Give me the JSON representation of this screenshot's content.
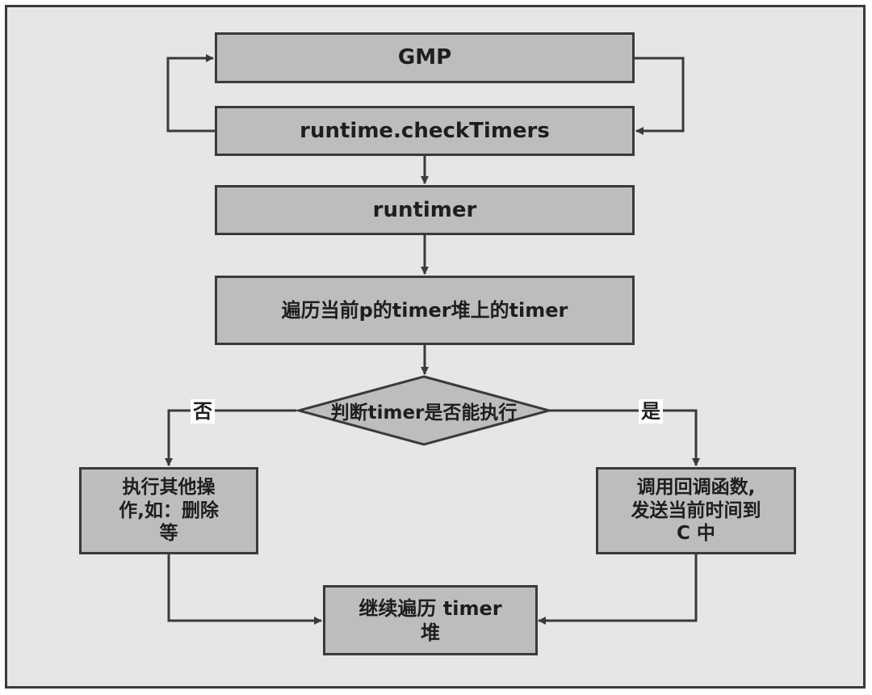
{
  "nodes": {
    "gmp": "GMP",
    "check_timers": "runtime.checkTimers",
    "runtimer": "runtimer",
    "traverse": "遍历当前p的timer堆上的timer",
    "decision": "判断timer是否能执行",
    "other_ops": "执行其他操\n作,如：删除\n等",
    "callback": "调用回调函数,\n发送当前时间到\nC 中",
    "continue": "继续遍历 timer\n堆"
  },
  "branches": {
    "no": "否",
    "yes": "是"
  },
  "colors": {
    "background": "#e6e6e6",
    "node_fill": "#bdbdbd",
    "stroke": "#3a3a3a"
  }
}
